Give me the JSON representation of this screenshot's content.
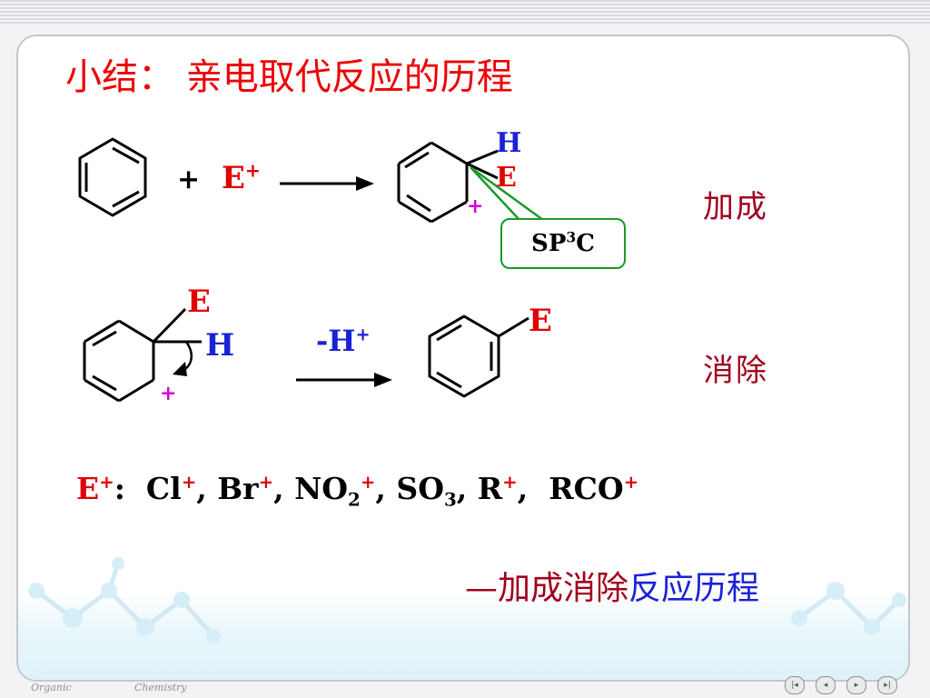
{
  "title": "小结：  亲电取代反应的历程",
  "step1": {
    "plus": "+",
    "electrophile": "E",
    "charge": "+",
    "h_label": "H",
    "e_label": "E",
    "carbocation_charge": "+",
    "callout_main": "SP",
    "callout_sup": "3",
    "callout_tail": "C",
    "stage_label": "加成"
  },
  "step2": {
    "e_label": "E",
    "h_label": "H",
    "carbocation_charge": "+",
    "reagent_main": "-H",
    "reagent_sup": "+",
    "product_e": "E",
    "stage_label": "消除"
  },
  "electrophiles": {
    "prefix_main": "E",
    "prefix_sup": "+",
    "prefix_colon": ":",
    "cl": "Cl",
    "br": "Br",
    "no2": "NO",
    "so3": "SO",
    "r": "R",
    "rco": "RCO",
    "sub2": "2",
    "sub3": "3",
    "plus": "+"
  },
  "summary": {
    "dash_part": "—加成消除",
    "blue_part": "反应历程"
  },
  "footer": {
    "left": "Organic",
    "right": "Chemistry"
  },
  "nav": [
    "first-slide",
    "previous-slide",
    "next-slide",
    "last-slide"
  ],
  "colors": {
    "title_red": "#ee0000",
    "label_darkred": "#a0001e",
    "h_blue": "#1a22d6",
    "callout_green": "#1a9a2a",
    "charge_magenta": "#d400d4"
  }
}
